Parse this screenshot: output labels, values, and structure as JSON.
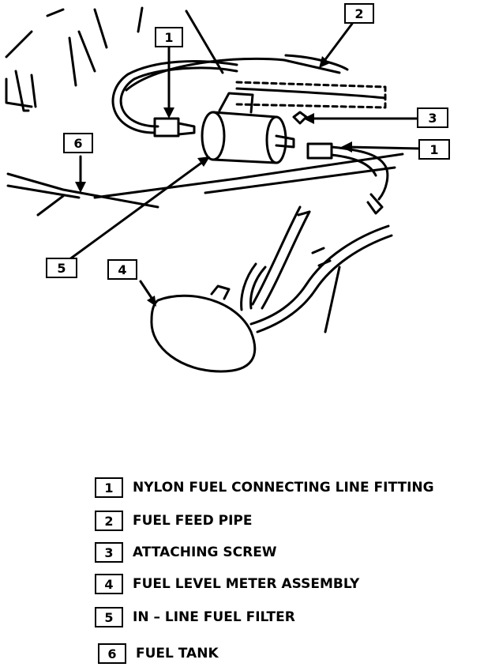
{
  "callouts": {
    "c1_top": "1",
    "c2": "2",
    "c3": "3",
    "c1_right": "1",
    "c6": "6",
    "c5": "5",
    "c4": "4"
  },
  "legend": [
    {
      "num": "1",
      "text": "NYLON FUEL CONNECTING LINE FITTING"
    },
    {
      "num": "2",
      "text": "FUEL FEED PIPE"
    },
    {
      "num": "3",
      "text": "ATTACHING SCREW"
    },
    {
      "num": "4",
      "text": "FUEL LEVEL METER ASSEMBLY"
    },
    {
      "num": "5",
      "text": "IN – LINE FUEL FILTER"
    },
    {
      "num": "6",
      "text": "FUEL TANK"
    }
  ]
}
